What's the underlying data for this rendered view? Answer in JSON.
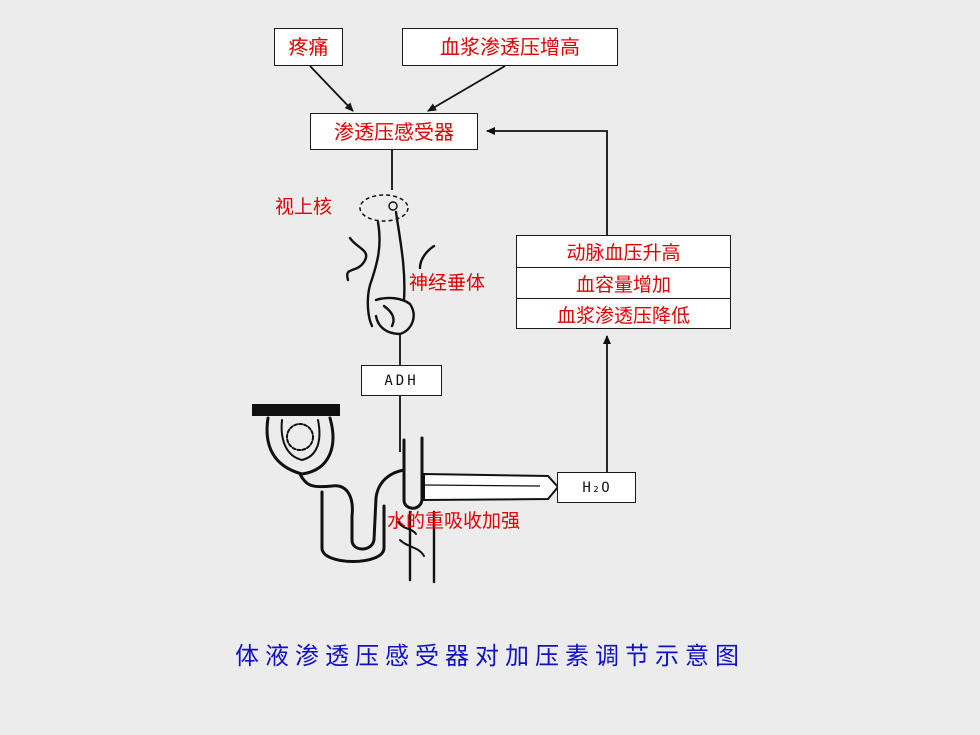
{
  "boxes": {
    "pain": "疼痛",
    "plasma_osmo_up": "血浆渗透压增高",
    "osmoreceptor": "渗透压感受器",
    "adh": "ADH",
    "water": "H₂O"
  },
  "results": [
    "动脉血压升高",
    "血容量增加",
    "血浆渗透压降低"
  ],
  "labels": {
    "supraoptic": "视上核",
    "neurohypophysis": "神经垂体",
    "reabsorption": "水的重吸收加强"
  },
  "caption": "体液渗透压感受器对加压素调节示意图",
  "colors": {
    "label_red": "#e00000",
    "caption_blue": "#1010c8",
    "background": "#ececec"
  }
}
